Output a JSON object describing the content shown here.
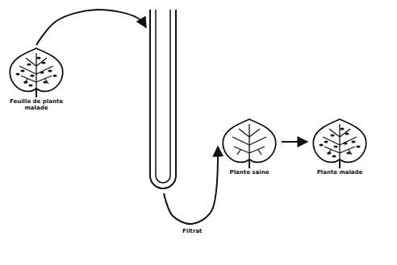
{
  "diagram": {
    "nodes": [
      {
        "text": [
          "Feuille de plante malade"
        ]
      },
      {
        "text": [
          "Plante saine"
        ]
      },
      {
        "text": [
          "Plante malade"
        ]
      }
    ],
    "edges": [
      {
        "from": 0,
        "to": 1,
        "label": "Filtrat",
        "arrow": "to"
      },
      {
        "from": 1,
        "to": 2,
        "arrow": "to"
      }
    ]
  }
}
